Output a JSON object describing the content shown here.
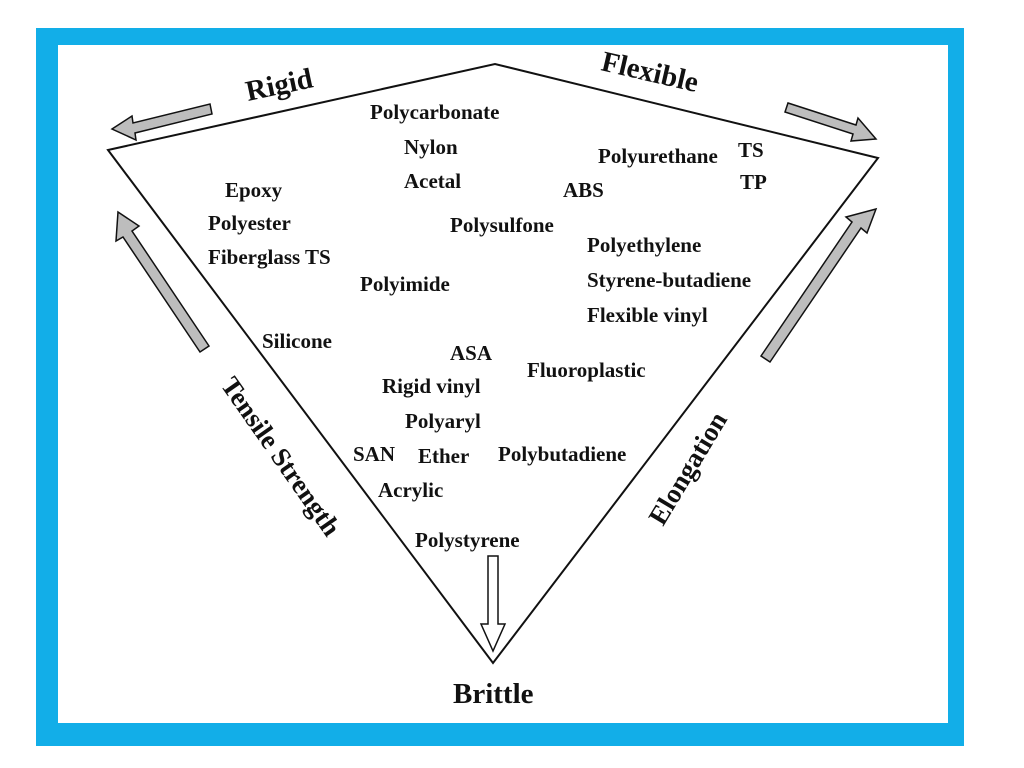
{
  "corners": {
    "rigid": "Rigid",
    "flexible": "Flexible",
    "brittle": "Brittle"
  },
  "axes": {
    "tensile_strength": "Tensile Strength",
    "elongation": "Elongation"
  },
  "materials": {
    "polycarbonate": "Polycarbonate",
    "nylon": "Nylon",
    "acetal": "Acetal",
    "polyurethane": "Polyurethane",
    "ts": "TS",
    "tp": "TP",
    "abs": "ABS",
    "epoxy": "Epoxy",
    "polyester": "Polyester",
    "fiberglass_ts": "Fiberglass TS",
    "polysulfone": "Polysulfone",
    "polyethylene": "Polyethylene",
    "styrene_butadiene": "Styrene-butadiene",
    "flexible_vinyl": "Flexible vinyl",
    "polyimide": "Polyimide",
    "silicone": "Silicone",
    "asa": "ASA",
    "rigid_vinyl": "Rigid vinyl",
    "fluoroplastic": "Fluoroplastic",
    "polyaryl": "Polyaryl",
    "san": "SAN",
    "ether": "Ether",
    "polybutadiene": "Polybutadiene",
    "acrylic": "Acrylic",
    "polystyrene": "Polystyrene"
  },
  "colors": {
    "frame": "#12aee8",
    "arrow_fill": "#bdbdbd",
    "line": "#111111"
  }
}
